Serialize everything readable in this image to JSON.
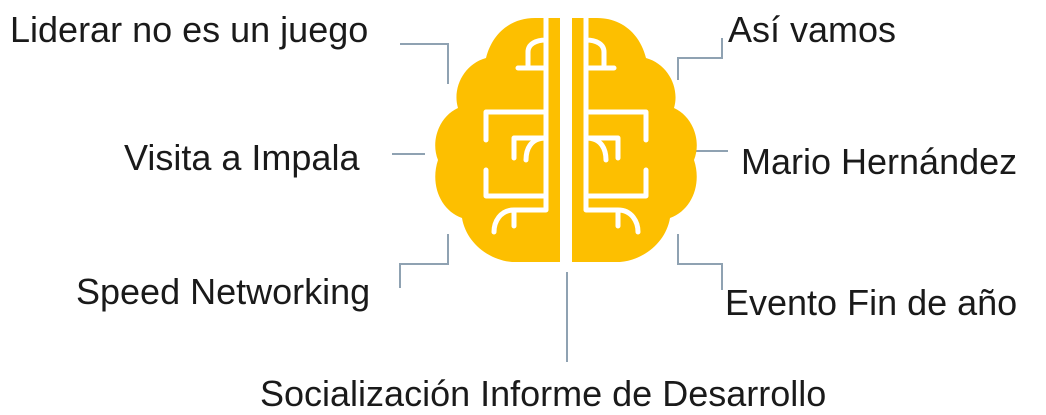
{
  "diagram": {
    "accent_color": "#FDBF00",
    "connector_color": "#8FA2B2",
    "center_icon": "brain-icon",
    "labels": {
      "top_left": "Liderar no es un juego",
      "top_right": "Así vamos",
      "middle_left": "Visita a Impala",
      "middle_right": "Mario Hernández",
      "bottom_left": "Speed Networking",
      "bottom_right": "Evento Fin de año",
      "bottom_center": "Socialización Informe de Desarrollo"
    }
  }
}
